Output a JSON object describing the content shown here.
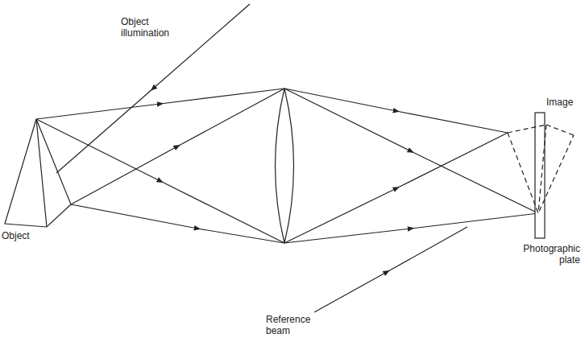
{
  "diagram": {
    "labels": [
      "Object illumination",
      "Object",
      "Image",
      "Photographic plate",
      "Reference beam"
    ]
  }
}
